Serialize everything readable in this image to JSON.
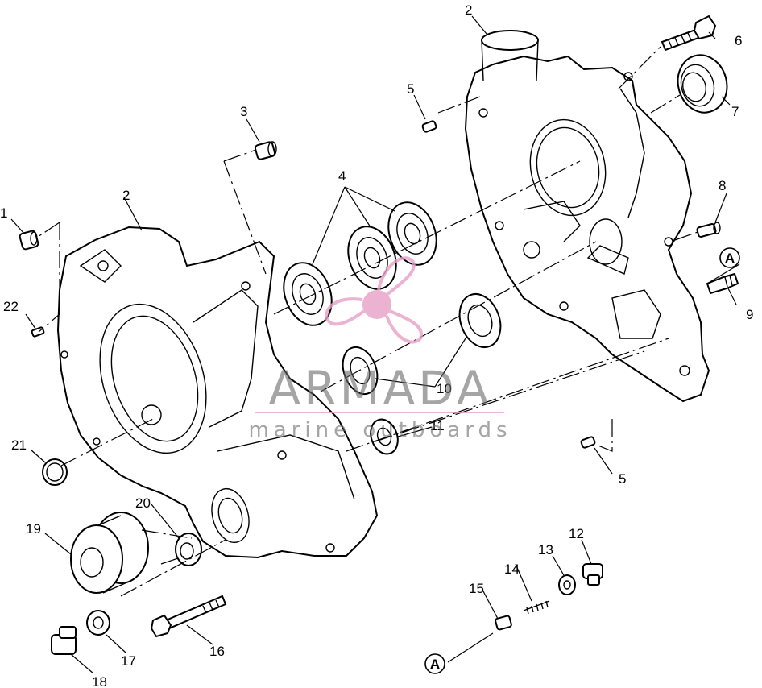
{
  "callouts": [
    {
      "id": "c1",
      "label": "1"
    },
    {
      "id": "c2a",
      "label": "2"
    },
    {
      "id": "c2b",
      "label": "2"
    },
    {
      "id": "c3",
      "label": "3"
    },
    {
      "id": "c4",
      "label": "4"
    },
    {
      "id": "c5a",
      "label": "5"
    },
    {
      "id": "c5b",
      "label": "5"
    },
    {
      "id": "c6",
      "label": "6"
    },
    {
      "id": "c7",
      "label": "7"
    },
    {
      "id": "c8",
      "label": "8"
    },
    {
      "id": "c9",
      "label": "9"
    },
    {
      "id": "c10",
      "label": "10"
    },
    {
      "id": "c11",
      "label": "11"
    },
    {
      "id": "c12",
      "label": "12"
    },
    {
      "id": "c13",
      "label": "13"
    },
    {
      "id": "c14",
      "label": "14"
    },
    {
      "id": "c15",
      "label": "15"
    },
    {
      "id": "c16",
      "label": "16"
    },
    {
      "id": "c17",
      "label": "17"
    },
    {
      "id": "c18",
      "label": "18"
    },
    {
      "id": "c19",
      "label": "19"
    },
    {
      "id": "c20",
      "label": "20"
    },
    {
      "id": "c21",
      "label": "21"
    },
    {
      "id": "c22",
      "label": "22"
    }
  ],
  "reference_markers": {
    "upper": "A",
    "lower": "A"
  },
  "watermark": {
    "brand": "ARMADA",
    "tagline": "marine outboards",
    "accent_color": "#e8a0c8"
  }
}
